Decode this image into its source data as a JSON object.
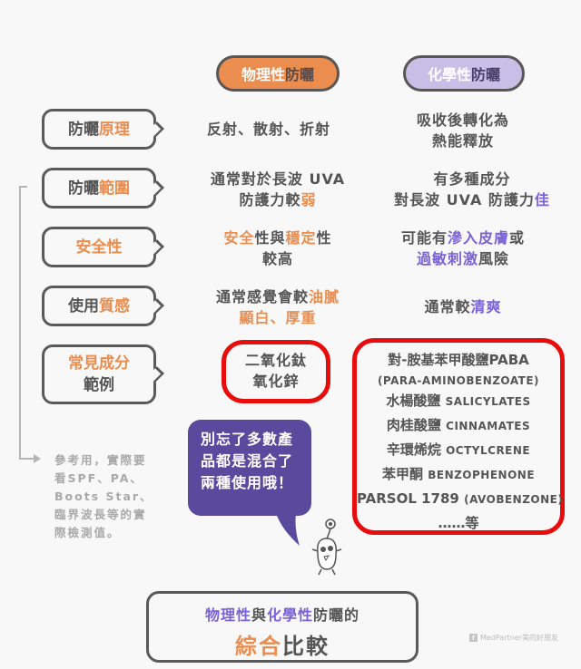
{
  "headers": {
    "physical": {
      "part1": "物理性",
      "part2": "防曬",
      "bg_color": "#ea8d4f"
    },
    "chemical": {
      "part1": "化學性",
      "part2": "防曬",
      "bg_color": "#c8bfe7"
    }
  },
  "rows": [
    {
      "label": {
        "a": "防曬",
        "b": "原理"
      },
      "physical": {
        "line1": "反射、散射、折射"
      },
      "chemical": {
        "line1": "吸收後轉化為",
        "line2": "熱能釋放"
      }
    },
    {
      "label": {
        "a": "防曬",
        "b": "範圍"
      },
      "physical": {
        "line1": "通常對於長波 UVA",
        "line2a": "防護力較",
        "line2b": "弱"
      },
      "chemical": {
        "line1": "有多種成分",
        "line2a": "對長波 UVA 防護力",
        "line2b": "佳"
      }
    },
    {
      "label": {
        "a": "安全性"
      },
      "physical": {
        "p1": "安全",
        "p2": "性與",
        "p3": "穩定",
        "p4": "性",
        "line2": "較高"
      },
      "chemical": {
        "p1": "可能有",
        "p2": "滲入皮膚",
        "p3": "或",
        "p4": "過敏刺激",
        "p5": "風險"
      }
    },
    {
      "label": {
        "a": "使用",
        "b": "質感"
      },
      "physical": {
        "line1a": "通常感覺會較",
        "line1b": "油膩",
        "line2": "顯白、厚重"
      },
      "chemical": {
        "line1a": "通常較",
        "line1b": "清爽"
      }
    },
    {
      "label": {
        "a": "常見成分",
        "b": "範例"
      },
      "physical": {
        "line1": "二氧化鈦",
        "line2": "氧化鋅"
      },
      "chemical": {
        "items": [
          {
            "zh": "對-胺基苯甲酸鹽PABA",
            "en": ""
          },
          {
            "zh": "",
            "en": "(PARA-AMINOBENZOATE)"
          },
          {
            "zh": "水楊酸鹽",
            "en": "SALICYLATES"
          },
          {
            "zh": "肉桂酸鹽",
            "en": "CINNAMATES"
          },
          {
            "zh": "辛環烯烷",
            "en": "OCTYLCRENE"
          },
          {
            "zh": "苯甲酮",
            "en": "BENZOPHENONE"
          },
          {
            "zh": "PARSOL 1789",
            "en": "(AVOBENZONE)"
          },
          {
            "zh": "……等",
            "en": ""
          }
        ]
      }
    }
  ],
  "note": "參考用，實際要看SPF、PA、Boots Star、臨界波長等的實際檢測值。",
  "bubble": {
    "text": "別忘了多數產品都是混合了兩種使用哦！"
  },
  "footer": {
    "p1": "物理性",
    "p2": "與",
    "p3": "化學性",
    "p4": "防曬的",
    "t1": "綜合",
    "t2": "比較"
  },
  "credit": {
    "icon": "f",
    "text": "MedPartner美的好朋友"
  },
  "colors": {
    "orange": "#ea8d4f",
    "purple": "#7b62d6",
    "red_highlight": "#e80d0d",
    "bubble": "#5a4a9e"
  }
}
